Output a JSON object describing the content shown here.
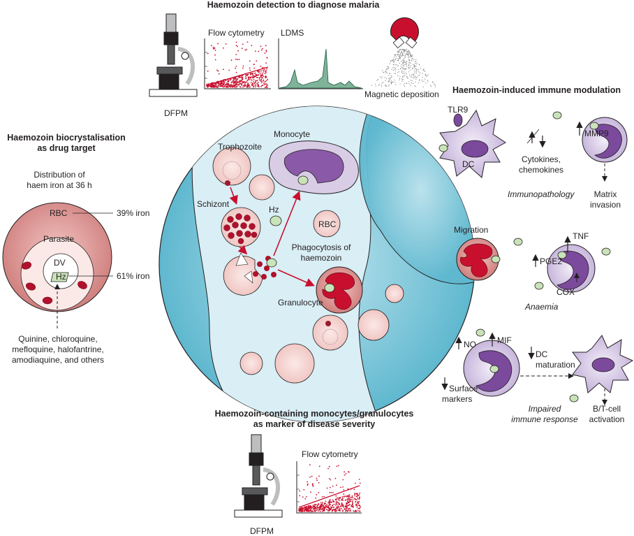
{
  "top": {
    "title": "Haemozoin detection to diagnose malaria",
    "flow_label": "Flow cytometry",
    "ldms_label": "LDMS",
    "dfpm_label": "DFPM",
    "magnetic_label": "Magnetic deposition"
  },
  "left": {
    "title_line1": "Haemozoin biocrystalisation",
    "title_line2": "as drug target",
    "dist_line1": "Distribution of",
    "dist_line2": "haem iron at 36 h",
    "rbc": "RBC",
    "rbc_pct": "39% iron",
    "parasite": "Parasite",
    "dv": "DV",
    "hz": "Hz",
    "hz_pct": "61% iron",
    "drugs_line1": "Quinine, chloroquine,",
    "drugs_line2": "mefloquine, halofantrine,",
    "drugs_line3": "amodiaquine, and others"
  },
  "center": {
    "trophozoite": "Trophozoite",
    "monocyte": "Monocyte",
    "schizont": "Schizont",
    "hz": "Hz",
    "rbc": "RBC",
    "phago_line1": "Phagocytosis of",
    "phago_line2": "haemozoin",
    "granulocyte": "Granulocyte"
  },
  "bottom": {
    "title_line1": "Haemozoin-containing monocytes/granulocytes",
    "title_line2": "as marker of disease severity",
    "flow_label": "Flow cytometry",
    "dfpm_label": "DFPM"
  },
  "right": {
    "title": "Haemozoin-induced immune modulation",
    "tlr9": "TLR9",
    "dc": "DC",
    "cyto_line1": "Cytokines,",
    "cyto_line2": "chemokines",
    "mmp9": "MMP9",
    "immunopathology": "Immunopathology",
    "matrix_line1": "Matrix",
    "matrix_line2": "invasion",
    "migration": "Migration",
    "tnf": "TNF",
    "pge2": "PGE2",
    "cox": "COX",
    "anaemia": "Anaemia",
    "no": "NO",
    "mif": "MIF",
    "dcmat_line1": "DC",
    "dcmat_line2": "maturation",
    "surface_line1": "Surface",
    "surface_line2": "markers",
    "impaired_line1": "Impaired",
    "impaired_line2": "immune response",
    "bt_line1": "B/T-cell",
    "bt_line2": "activation"
  },
  "colors": {
    "red": "#c8102e",
    "dark_red": "#9b1b30",
    "rbc_pink": "#f6d9d7",
    "purple": "#7b4a9c",
    "lilac": "#d9cde6",
    "hz_green": "#c9e3b8",
    "blood_blue": "#6fc3d6",
    "plasma": "#d9eef5"
  }
}
